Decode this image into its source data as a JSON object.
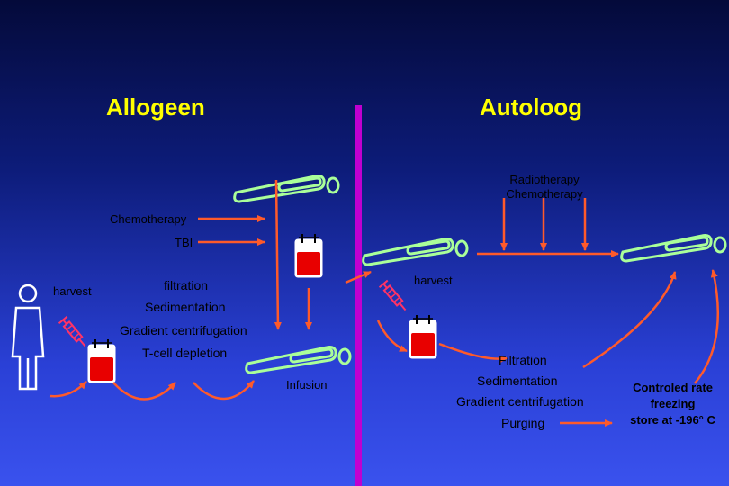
{
  "titles": {
    "left": "Allogeen",
    "right": "Autoloog"
  },
  "labels": {
    "chemo_left": "Chemotherapy",
    "tbi": "TBI",
    "harvest_left": "harvest",
    "filtration_left": "filtration",
    "sedimentation_left": "Sedimentation",
    "gradient_left": "Gradient centrifugation",
    "tcell": "T-cell depletion",
    "infusion": "Infusion",
    "radio_line1": "Radiotherapy",
    "radio_line2": "Chemotherapy",
    "harvest_right": "harvest",
    "filtration_right": "Filtration",
    "sedimentation_right": "Sedimentation",
    "gradient_right": "Gradient centrifugation",
    "purging": "Purging",
    "freeze_line1": "Controled rate",
    "freeze_line2": "freezing",
    "freeze_line3": "store at -196° C"
  },
  "colors": {
    "title": "#ffff00",
    "arrow": "#ff5a2a",
    "divider": "#c000d0",
    "bed": "#aaff99",
    "bag_fill": "#e80000",
    "syringe": "#ff3366"
  },
  "icons": [
    "patient-bed-icon",
    "blood-bag-icon",
    "syringe-icon",
    "person-icon"
  ]
}
